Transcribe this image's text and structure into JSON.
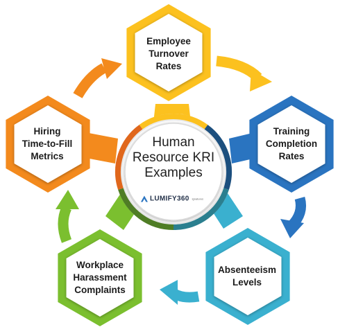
{
  "center": {
    "title_lines": [
      "Human",
      "Resource KRI",
      "Examples"
    ],
    "logo_text": "LUMIFY360",
    "logo_subtext": "ignatures"
  },
  "nodes": [
    {
      "id": "employee-turnover",
      "lines": [
        "Employee",
        "Turnover",
        "Rates"
      ],
      "color": "#fcc11f",
      "dark": "#e8a800"
    },
    {
      "id": "training-completion",
      "lines": [
        "Training",
        "Completion",
        "Rates"
      ],
      "color": "#2a74c0",
      "dark": "#1b4f8a"
    },
    {
      "id": "absenteeism",
      "lines": [
        "Absenteeism",
        "Levels"
      ],
      "color": "#3ab0cf",
      "dark": "#1f7f99"
    },
    {
      "id": "workplace-harassment",
      "lines": [
        "Workplace",
        "Harassment",
        "Complaints"
      ],
      "color": "#7bbf2f",
      "dark": "#4e8a1c"
    },
    {
      "id": "hiring-time-to-fill",
      "lines": [
        "Hiring",
        "Time-to-Fill",
        "Metrics"
      ],
      "color": "#f38a1d",
      "dark": "#c7660c"
    }
  ],
  "colors": {
    "ring_yellow": "#fcc11f",
    "ring_blue": "#1c4f7e",
    "ring_teal": "#2b7f8f",
    "ring_green": "#4f7d25",
    "ring_orange": "#e0671c",
    "label_text": "#1b1b1b"
  }
}
